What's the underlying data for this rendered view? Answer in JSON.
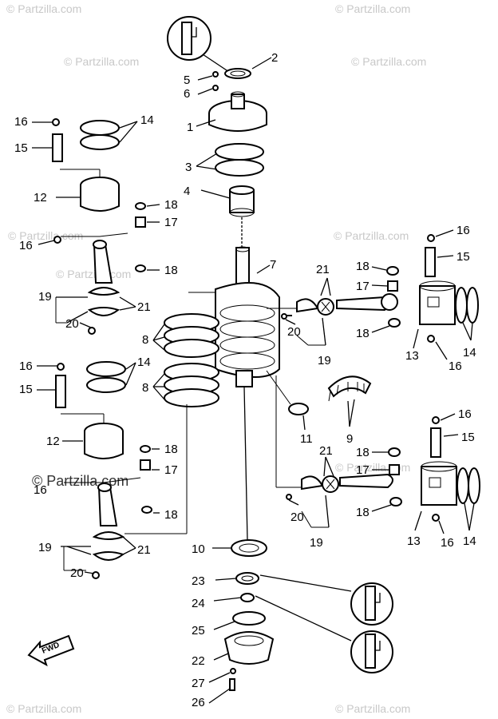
{
  "watermark": "© Partzilla.com",
  "fwd_label": "FWD",
  "callouts": [
    {
      "id": "c2",
      "text": "2"
    },
    {
      "id": "c5",
      "text": "5"
    },
    {
      "id": "c6",
      "text": "6"
    },
    {
      "id": "c1",
      "text": "1"
    },
    {
      "id": "c3",
      "text": "3"
    },
    {
      "id": "c4",
      "text": "4"
    },
    {
      "id": "c7",
      "text": "7"
    },
    {
      "id": "c8a",
      "text": "8"
    },
    {
      "id": "c8b",
      "text": "8"
    },
    {
      "id": "c9",
      "text": "9"
    },
    {
      "id": "c10",
      "text": "10"
    },
    {
      "id": "c11",
      "text": "11"
    },
    {
      "id": "c12a",
      "text": "12"
    },
    {
      "id": "c12b",
      "text": "12"
    },
    {
      "id": "c13a",
      "text": "13"
    },
    {
      "id": "c13b",
      "text": "13"
    },
    {
      "id": "c14a",
      "text": "14"
    },
    {
      "id": "c14b",
      "text": "14"
    },
    {
      "id": "c14c",
      "text": "14"
    },
    {
      "id": "c14d",
      "text": "14"
    },
    {
      "id": "c15a",
      "text": "15"
    },
    {
      "id": "c15b",
      "text": "15"
    },
    {
      "id": "c15c",
      "text": "15"
    },
    {
      "id": "c15d",
      "text": "15"
    },
    {
      "id": "c16a",
      "text": "16"
    },
    {
      "id": "c16b",
      "text": "16"
    },
    {
      "id": "c16c",
      "text": "16"
    },
    {
      "id": "c16d",
      "text": "16"
    },
    {
      "id": "c16e",
      "text": "16"
    },
    {
      "id": "c16f",
      "text": "16"
    },
    {
      "id": "c16g",
      "text": "16"
    },
    {
      "id": "c16h",
      "text": "16"
    },
    {
      "id": "c17a",
      "text": "17"
    },
    {
      "id": "c17b",
      "text": "17"
    },
    {
      "id": "c17c",
      "text": "17"
    },
    {
      "id": "c17d",
      "text": "17"
    },
    {
      "id": "c18a",
      "text": "18"
    },
    {
      "id": "c18b",
      "text": "18"
    },
    {
      "id": "c18c",
      "text": "18"
    },
    {
      "id": "c18d",
      "text": "18"
    },
    {
      "id": "c18e",
      "text": "18"
    },
    {
      "id": "c18f",
      "text": "18"
    },
    {
      "id": "c18g",
      "text": "18"
    },
    {
      "id": "c18h",
      "text": "18"
    },
    {
      "id": "c19a",
      "text": "19"
    },
    {
      "id": "c19b",
      "text": "19"
    },
    {
      "id": "c19c",
      "text": "19"
    },
    {
      "id": "c19d",
      "text": "19"
    },
    {
      "id": "c20a",
      "text": "20"
    },
    {
      "id": "c20b",
      "text": "20"
    },
    {
      "id": "c20c",
      "text": "20"
    },
    {
      "id": "c20d",
      "text": "20"
    },
    {
      "id": "c21a",
      "text": "21"
    },
    {
      "id": "c21b",
      "text": "21"
    },
    {
      "id": "c21c",
      "text": "21"
    },
    {
      "id": "c21d",
      "text": "21"
    },
    {
      "id": "c22",
      "text": "22"
    },
    {
      "id": "c23",
      "text": "23"
    },
    {
      "id": "c24",
      "text": "24"
    },
    {
      "id": "c25",
      "text": "25"
    },
    {
      "id": "c26",
      "text": "26"
    },
    {
      "id": "c27",
      "text": "27"
    }
  ]
}
